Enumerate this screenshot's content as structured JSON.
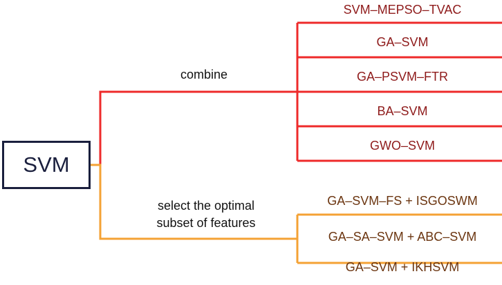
{
  "root": {
    "label": "SVM"
  },
  "branches": {
    "combine": {
      "label": "combine",
      "items": [
        "SVM–MEPSO–TVAC",
        "GA–SVM",
        "GA–PSVM–FTR",
        "BA–SVM",
        "GWO–SVM"
      ]
    },
    "select": {
      "label_line1": "select the optimal",
      "label_line2": "subset of features",
      "items": [
        "GA–SVM–FS + ISGOSWM",
        "GA–SA–SVM + ABC–SVM",
        "GA–SVM + IKHSVM"
      ]
    }
  },
  "colors": {
    "root_border": "#1a1f3d",
    "combine_line": "#ee2a2a",
    "select_line": "#f4a234",
    "combine_text": "#8e1a1a",
    "select_text": "#6b3510"
  }
}
